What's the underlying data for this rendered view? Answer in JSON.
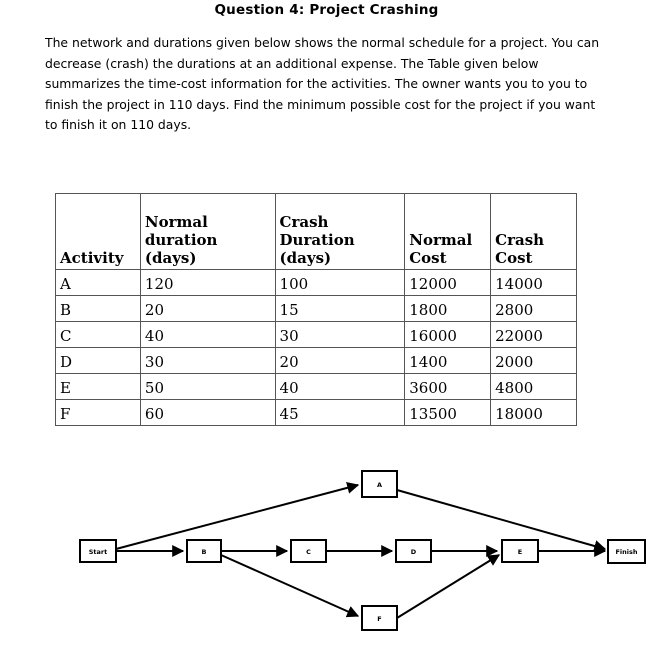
{
  "title": "Question 4: Project Crashing",
  "intro": "The network and durations given below shows the normal schedule for a project. You can decrease (crash) the durations at an additional expense. The Table given below summarizes the time-cost information for the activities. The owner wants you to you to finish the project in 110 days. Find the minimum possible cost for the project if you want to finish it on 110 days.",
  "table": {
    "headers": [
      "Activity",
      "Normal\nduration\n(days)",
      "Crash\nDuration\n(days)",
      "Normal\nCost",
      "Crash\nCost"
    ],
    "rows": [
      {
        "activity": "A",
        "normal_duration": "120",
        "crash_duration": "100",
        "normal_cost": "12000",
        "crash_cost": "14000"
      },
      {
        "activity": "B",
        "normal_duration": "20",
        "crash_duration": "15",
        "normal_cost": "1800",
        "crash_cost": "2800"
      },
      {
        "activity": "C",
        "normal_duration": "40",
        "crash_duration": "30",
        "normal_cost": "16000",
        "crash_cost": "22000"
      },
      {
        "activity": "D",
        "normal_duration": "30",
        "crash_duration": "20",
        "normal_cost": "1400",
        "crash_cost": "2000"
      },
      {
        "activity": "E",
        "normal_duration": "50",
        "crash_duration": "40",
        "normal_cost": "3600",
        "crash_cost": "4800"
      },
      {
        "activity": "F",
        "normal_duration": "60",
        "crash_duration": "45",
        "normal_cost": "13500",
        "crash_cost": "18000"
      }
    ]
  },
  "diagram": {
    "nodes": [
      {
        "id": "start",
        "label": "Start"
      },
      {
        "id": "b",
        "label": "B"
      },
      {
        "id": "a",
        "label": "A"
      },
      {
        "id": "c",
        "label": "C"
      },
      {
        "id": "d",
        "label": "D"
      },
      {
        "id": "f",
        "label": "F"
      },
      {
        "id": "e",
        "label": "E"
      },
      {
        "id": "finish",
        "label": "Finish"
      }
    ],
    "edges": [
      "start-to-b",
      "start-to-a",
      "b-to-c",
      "b-to-f",
      "c-to-d",
      "d-to-e",
      "f-to-e",
      "a-to-finish",
      "e-to-finish"
    ]
  },
  "colors": {
    "background": "#ffffff",
    "text": "#000000",
    "table_border": "#555555",
    "diagram_stroke": "#000000"
  }
}
